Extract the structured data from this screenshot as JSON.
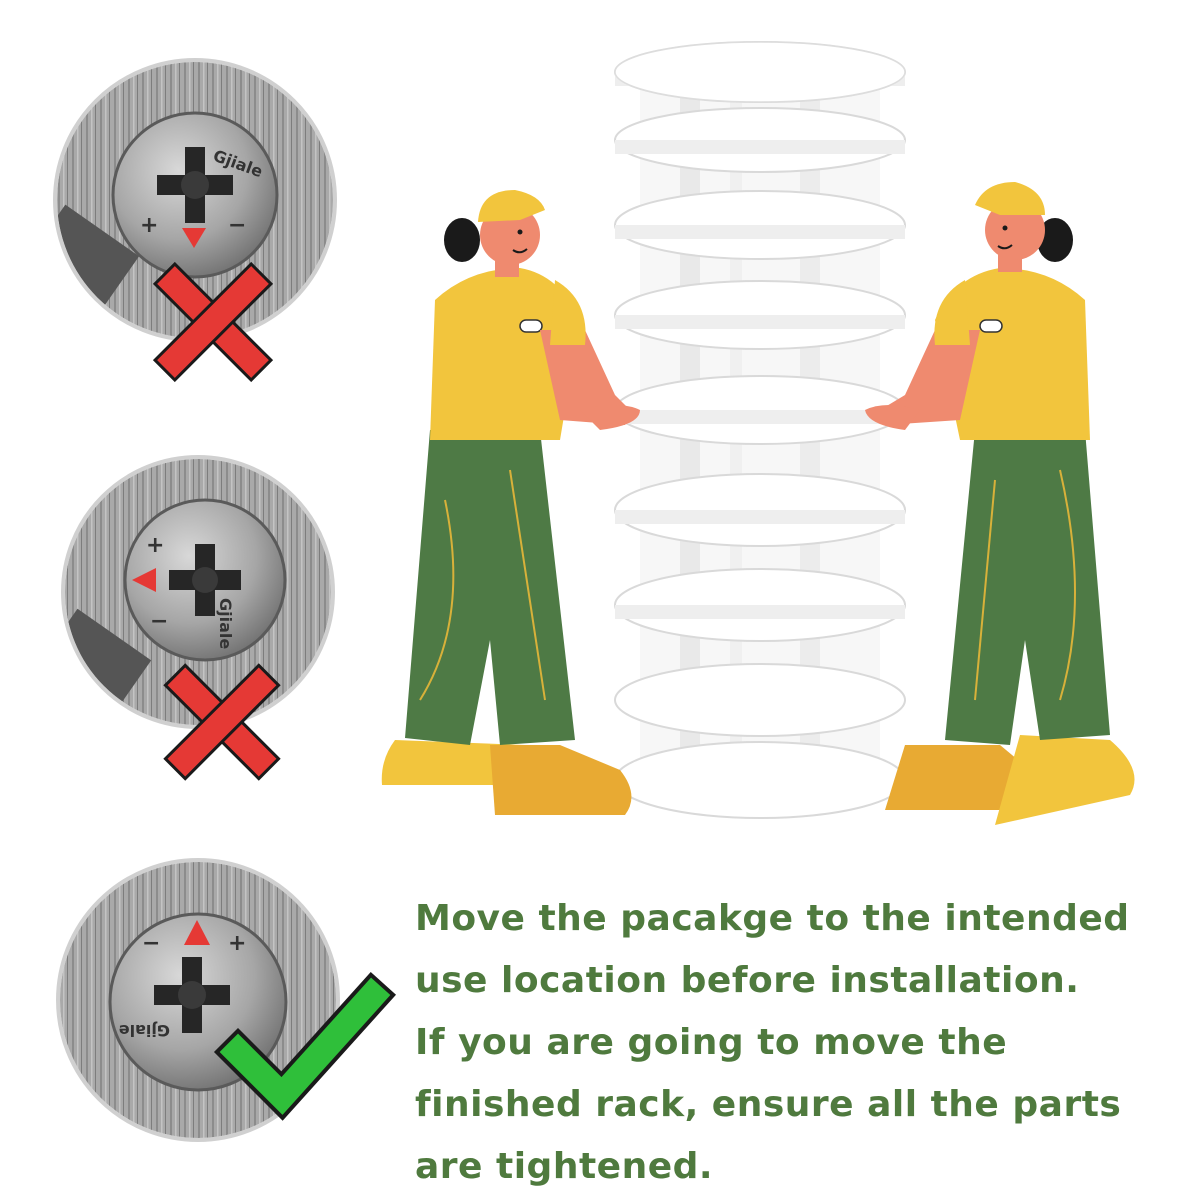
{
  "screws": [
    {
      "brand": "Gjiale",
      "status": "incorrect",
      "mark_icon": "cross-icon",
      "mark_color": "#e53935"
    },
    {
      "brand": "Gjiale",
      "status": "incorrect",
      "mark_icon": "cross-icon",
      "mark_color": "#e53935"
    },
    {
      "brand": "Gjiale",
      "status": "correct",
      "mark_icon": "check-icon",
      "mark_color": "#2fbf3a"
    }
  ],
  "instructions": {
    "line1": "Move the pacakge to the intended use location before installation.",
    "line2": "If you are going to move the finished rack, ensure all the parts are tightened."
  },
  "colors": {
    "text": "#4f7a3e",
    "shirt": "#f2c53d",
    "pants": "#4e7a45",
    "skin": "#ef8a6f",
    "shoes": "#f2c53d",
    "rack": "#ffffff"
  }
}
